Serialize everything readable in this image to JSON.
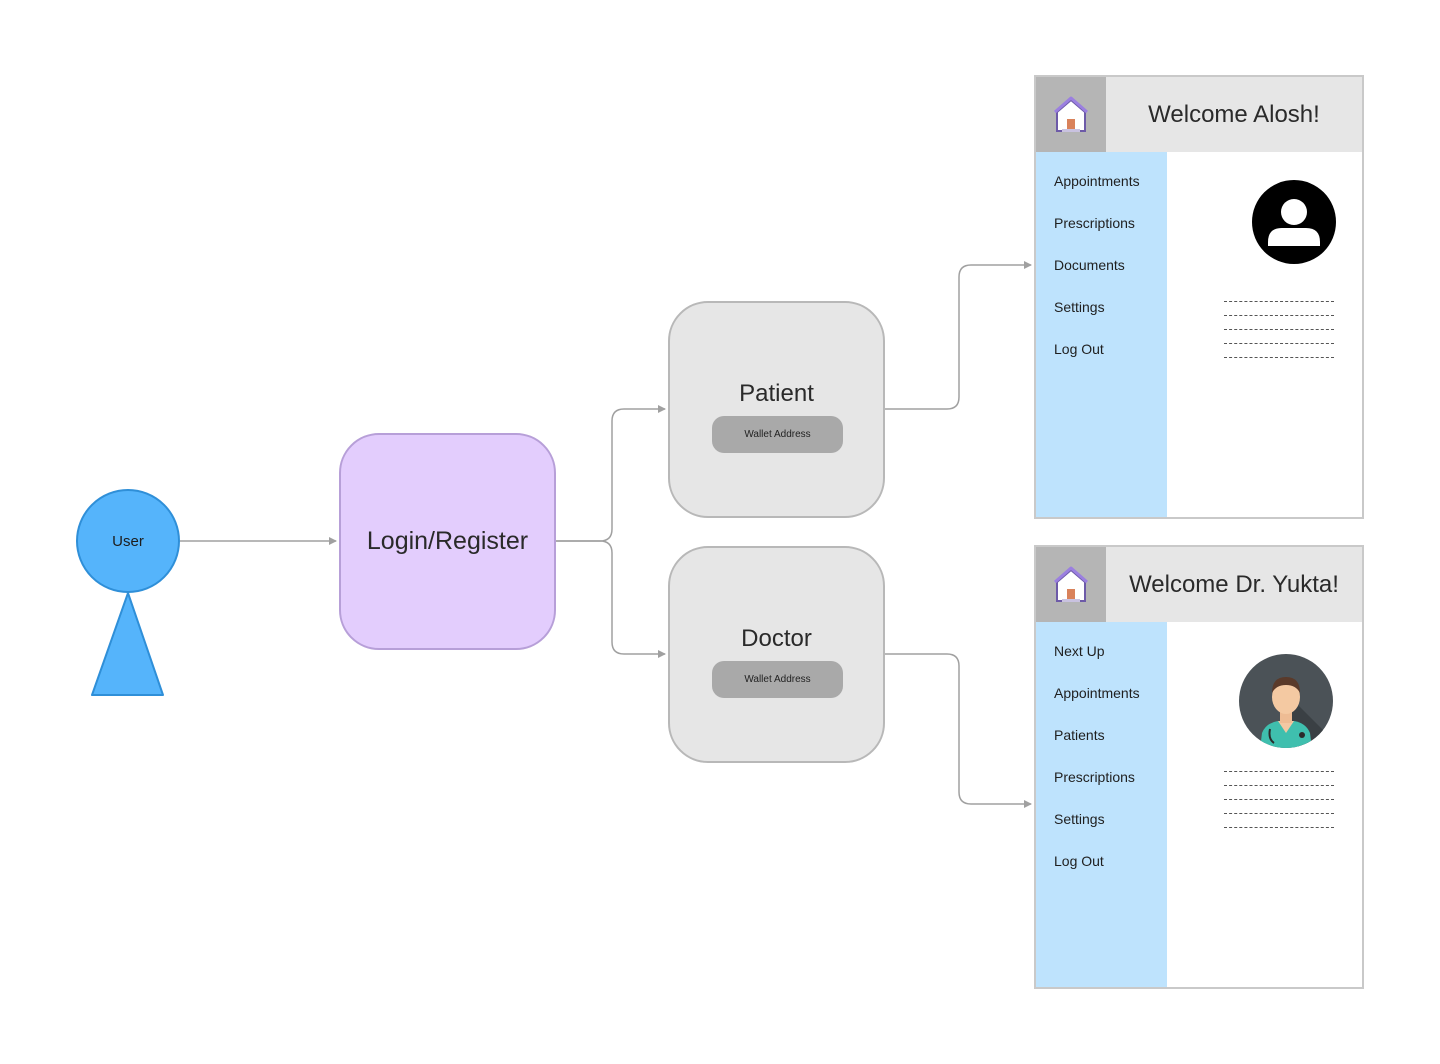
{
  "user": {
    "label": "User"
  },
  "login": {
    "label": "Login/Register"
  },
  "patient": {
    "title": "Patient",
    "wallet_label": "Wallet Address"
  },
  "doctor": {
    "title": "Doctor",
    "wallet_label": "Wallet Address"
  },
  "patient_dashboard": {
    "welcome": "Welcome Alosh!",
    "menu": [
      "Appointments",
      "Prescriptions",
      "Documents",
      "Settings",
      "Log Out"
    ],
    "avatar_icon": "user-silhouette-icon"
  },
  "doctor_dashboard": {
    "welcome": "Welcome Dr. Yukta!",
    "menu": [
      "Next Up",
      "Appointments",
      "Patients",
      "Prescriptions",
      "Settings",
      "Log Out"
    ],
    "avatar_icon": "doctor-avatar-icon"
  },
  "colors": {
    "user": "#55b4fb",
    "login": "#e3cdfd",
    "role_box": "#e6e6e6",
    "sidebar": "#bee3fd",
    "connector": "#a0a0a0"
  }
}
